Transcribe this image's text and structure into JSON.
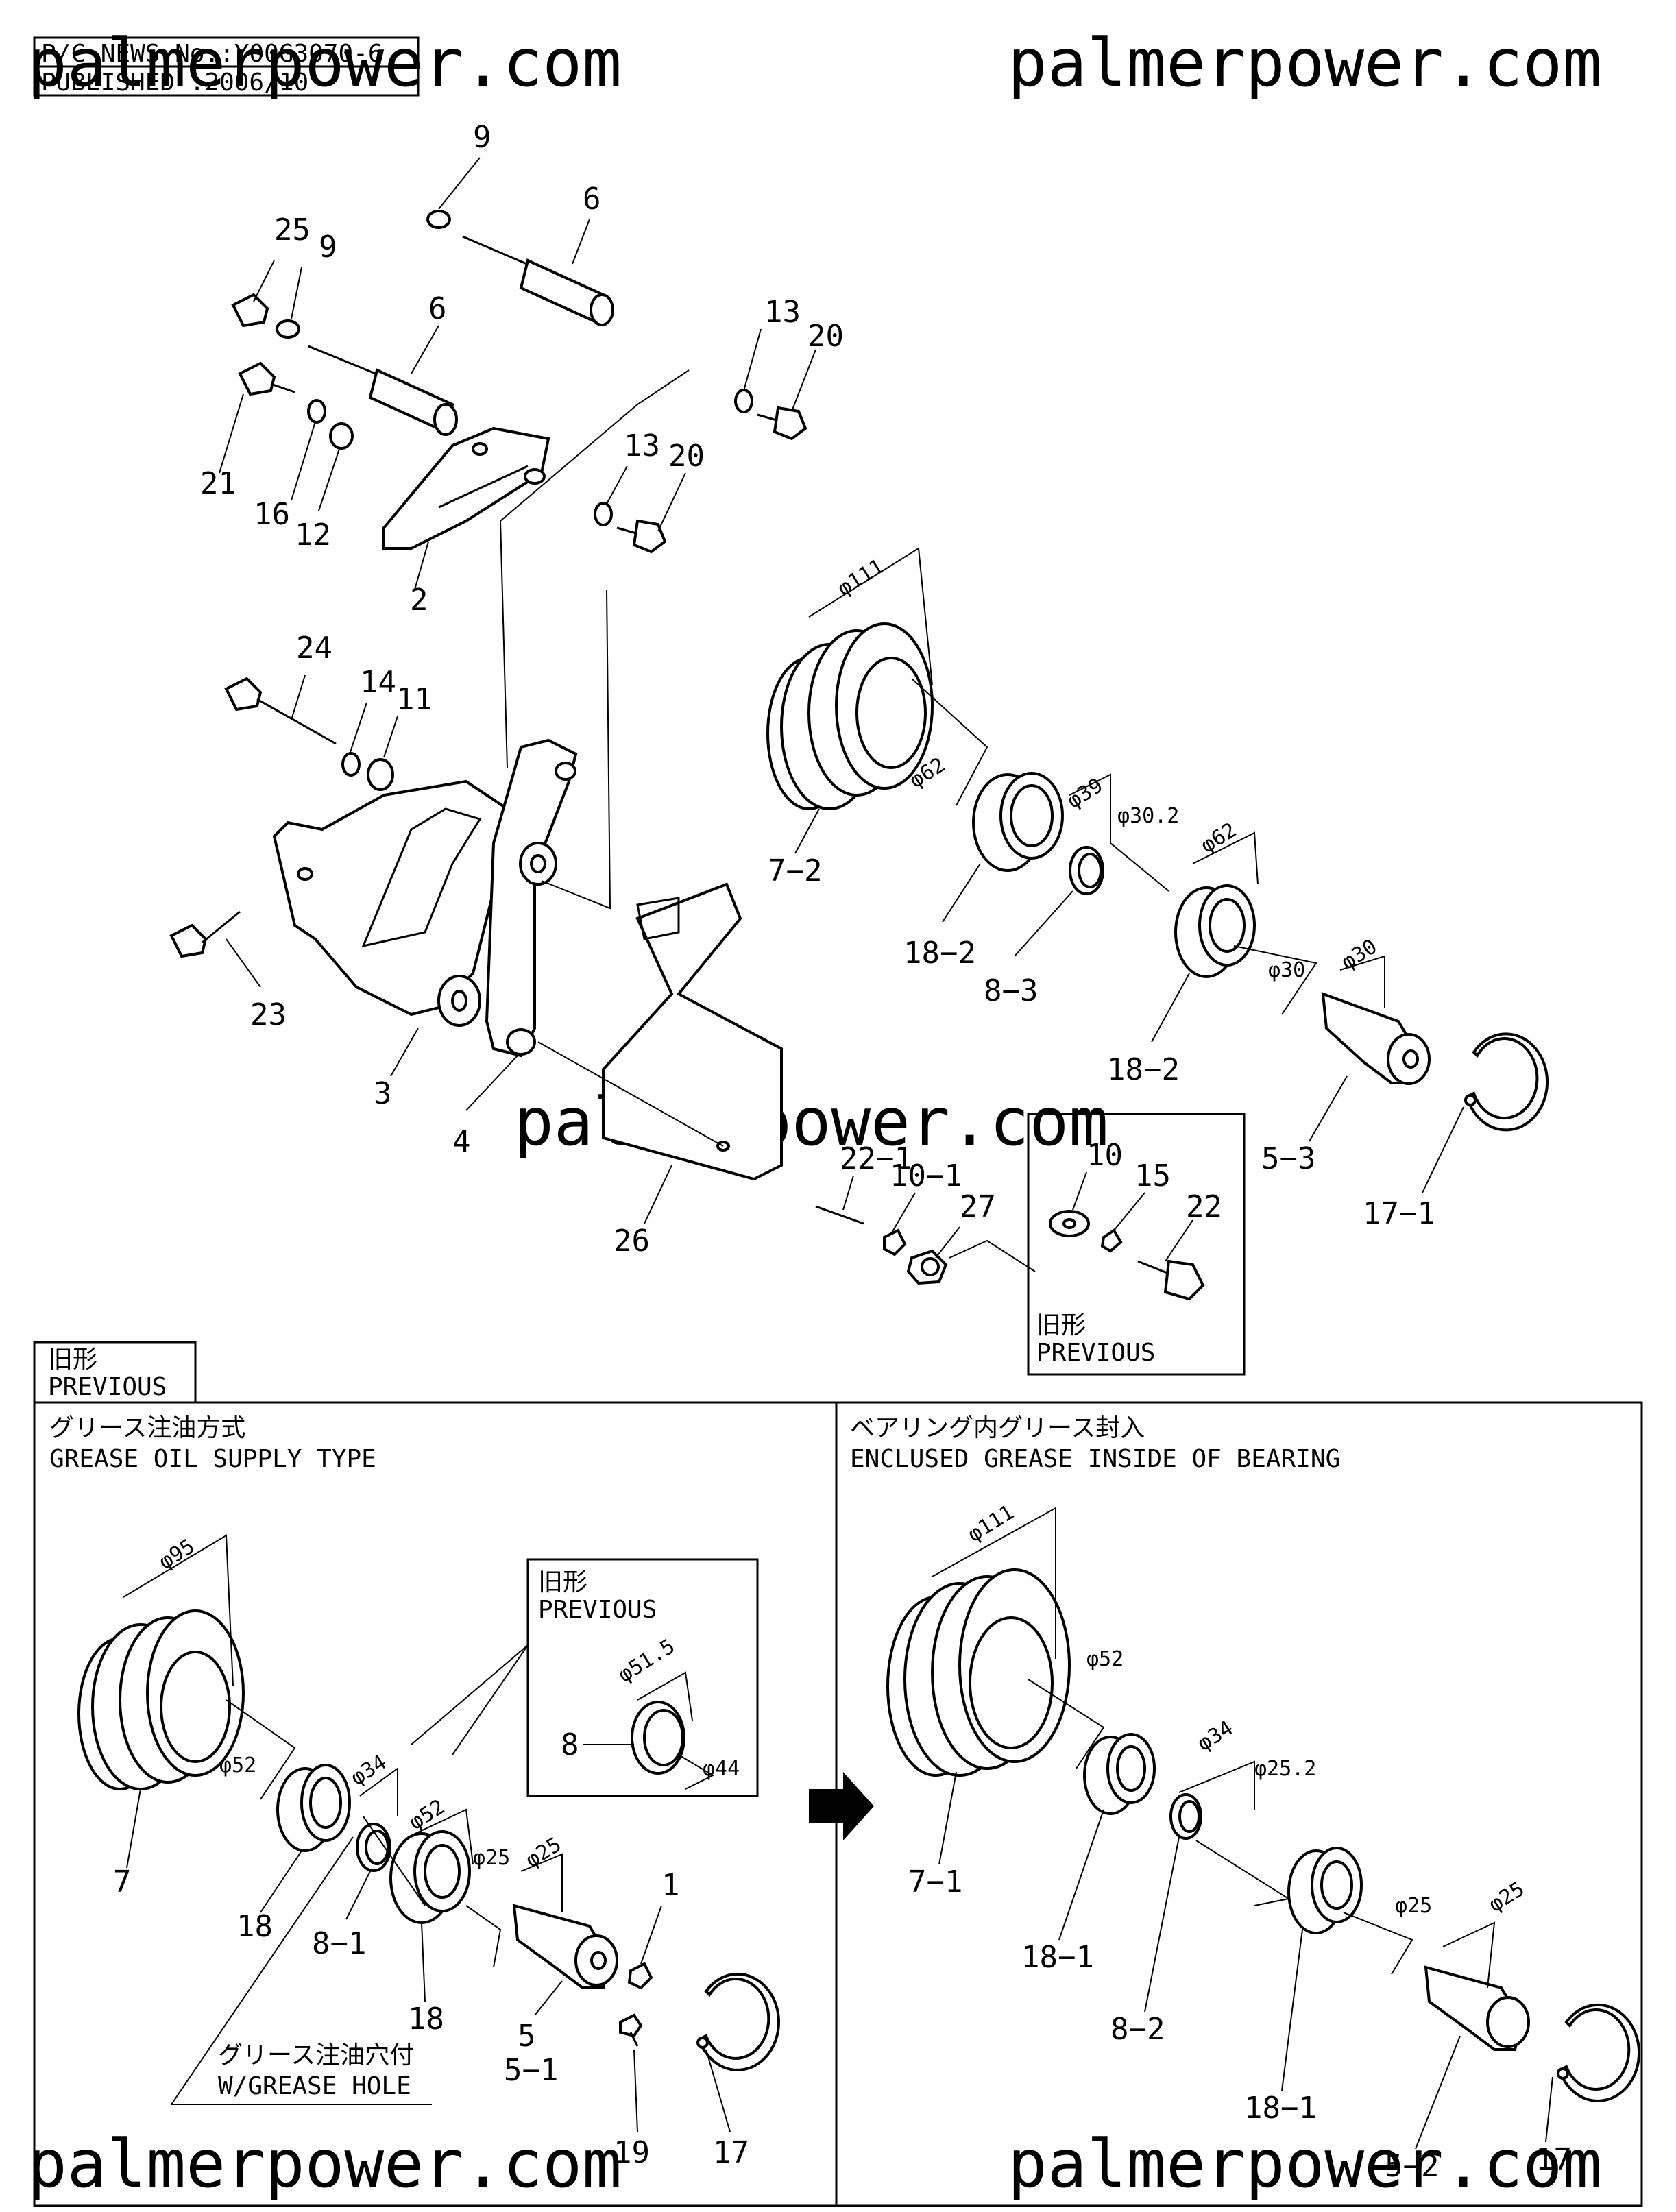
{
  "header": {
    "news_line": "P/C NEWS No.:Y00G3070-6",
    "published_line": "PUBLISHED :2006/10"
  },
  "watermark": "palmerpower.com",
  "main_labels": {
    "p9a": "9",
    "p6a": "6",
    "p25": "25",
    "p9b": "9",
    "p6b": "6",
    "p13a": "13",
    "p20a": "20",
    "p21": "21",
    "p16": "16",
    "p12": "12",
    "p13b": "13",
    "p20b": "20",
    "p2": "2",
    "p24": "24",
    "p14": "14",
    "p11": "11",
    "p23": "23",
    "p3": "3",
    "p4": "4",
    "p26": "26",
    "p7_2": "7−2",
    "p18_2a": "18−2",
    "p8_3": "8−3",
    "p18_2b": "18−2",
    "p5_3": "5−3",
    "p17_1": "17−1",
    "p22_1": "22−1",
    "p10_1": "10−1",
    "p27": "27"
  },
  "main_dims": {
    "d111": "φ111",
    "d62a": "φ62",
    "d39": "φ39",
    "d30_2": "φ30.2",
    "d62b": "φ62",
    "d30a": "φ30",
    "d30b": "φ30"
  },
  "previous_inset": {
    "title_jp": "旧形",
    "title_en": "PREVIOUS",
    "labels": {
      "p10": "10",
      "p15": "15",
      "p22": "22"
    }
  },
  "previous_section": {
    "tab_jp": "旧形",
    "tab_en": "PREVIOUS"
  },
  "left_panel": {
    "title_jp": "グリース注油方式",
    "title_en": "GREASE OIL SUPPLY TYPE",
    "labels": {
      "p7": "7",
      "p18a": "18",
      "p8_1": "8−1",
      "p18b": "18",
      "p5": "5",
      "p5_1": "5−1",
      "p1": "1",
      "p19": "19",
      "p17": "17"
    },
    "dims": {
      "d95": "φ95",
      "d52a": "φ52",
      "d34": "φ34",
      "d52b": "φ52",
      "d25a": "φ25",
      "d25b": "φ25"
    },
    "sub_box": {
      "title_jp": "旧形",
      "title_en": "PREVIOUS",
      "label_8": "8",
      "d51_5": "φ51.5",
      "d44": "φ44"
    },
    "hole_note_jp": "グリース注油穴付",
    "hole_note_en": "W/GREASE HOLE"
  },
  "right_panel": {
    "title_jp": "ベアリング内グリース封入",
    "title_en": "ENCLUSED GREASE INSIDE OF BEARING",
    "labels": {
      "p7_1": "7−1",
      "p18_1a": "18−1",
      "p8_2": "8−2",
      "p18_1b": "18−1",
      "p5_2": "5−2",
      "p17": "17"
    },
    "dims": {
      "d111": "φ111",
      "d52": "φ52",
      "d34": "φ34",
      "d25_2": "φ25.2",
      "d25a": "φ25",
      "d25b": "φ25"
    }
  }
}
